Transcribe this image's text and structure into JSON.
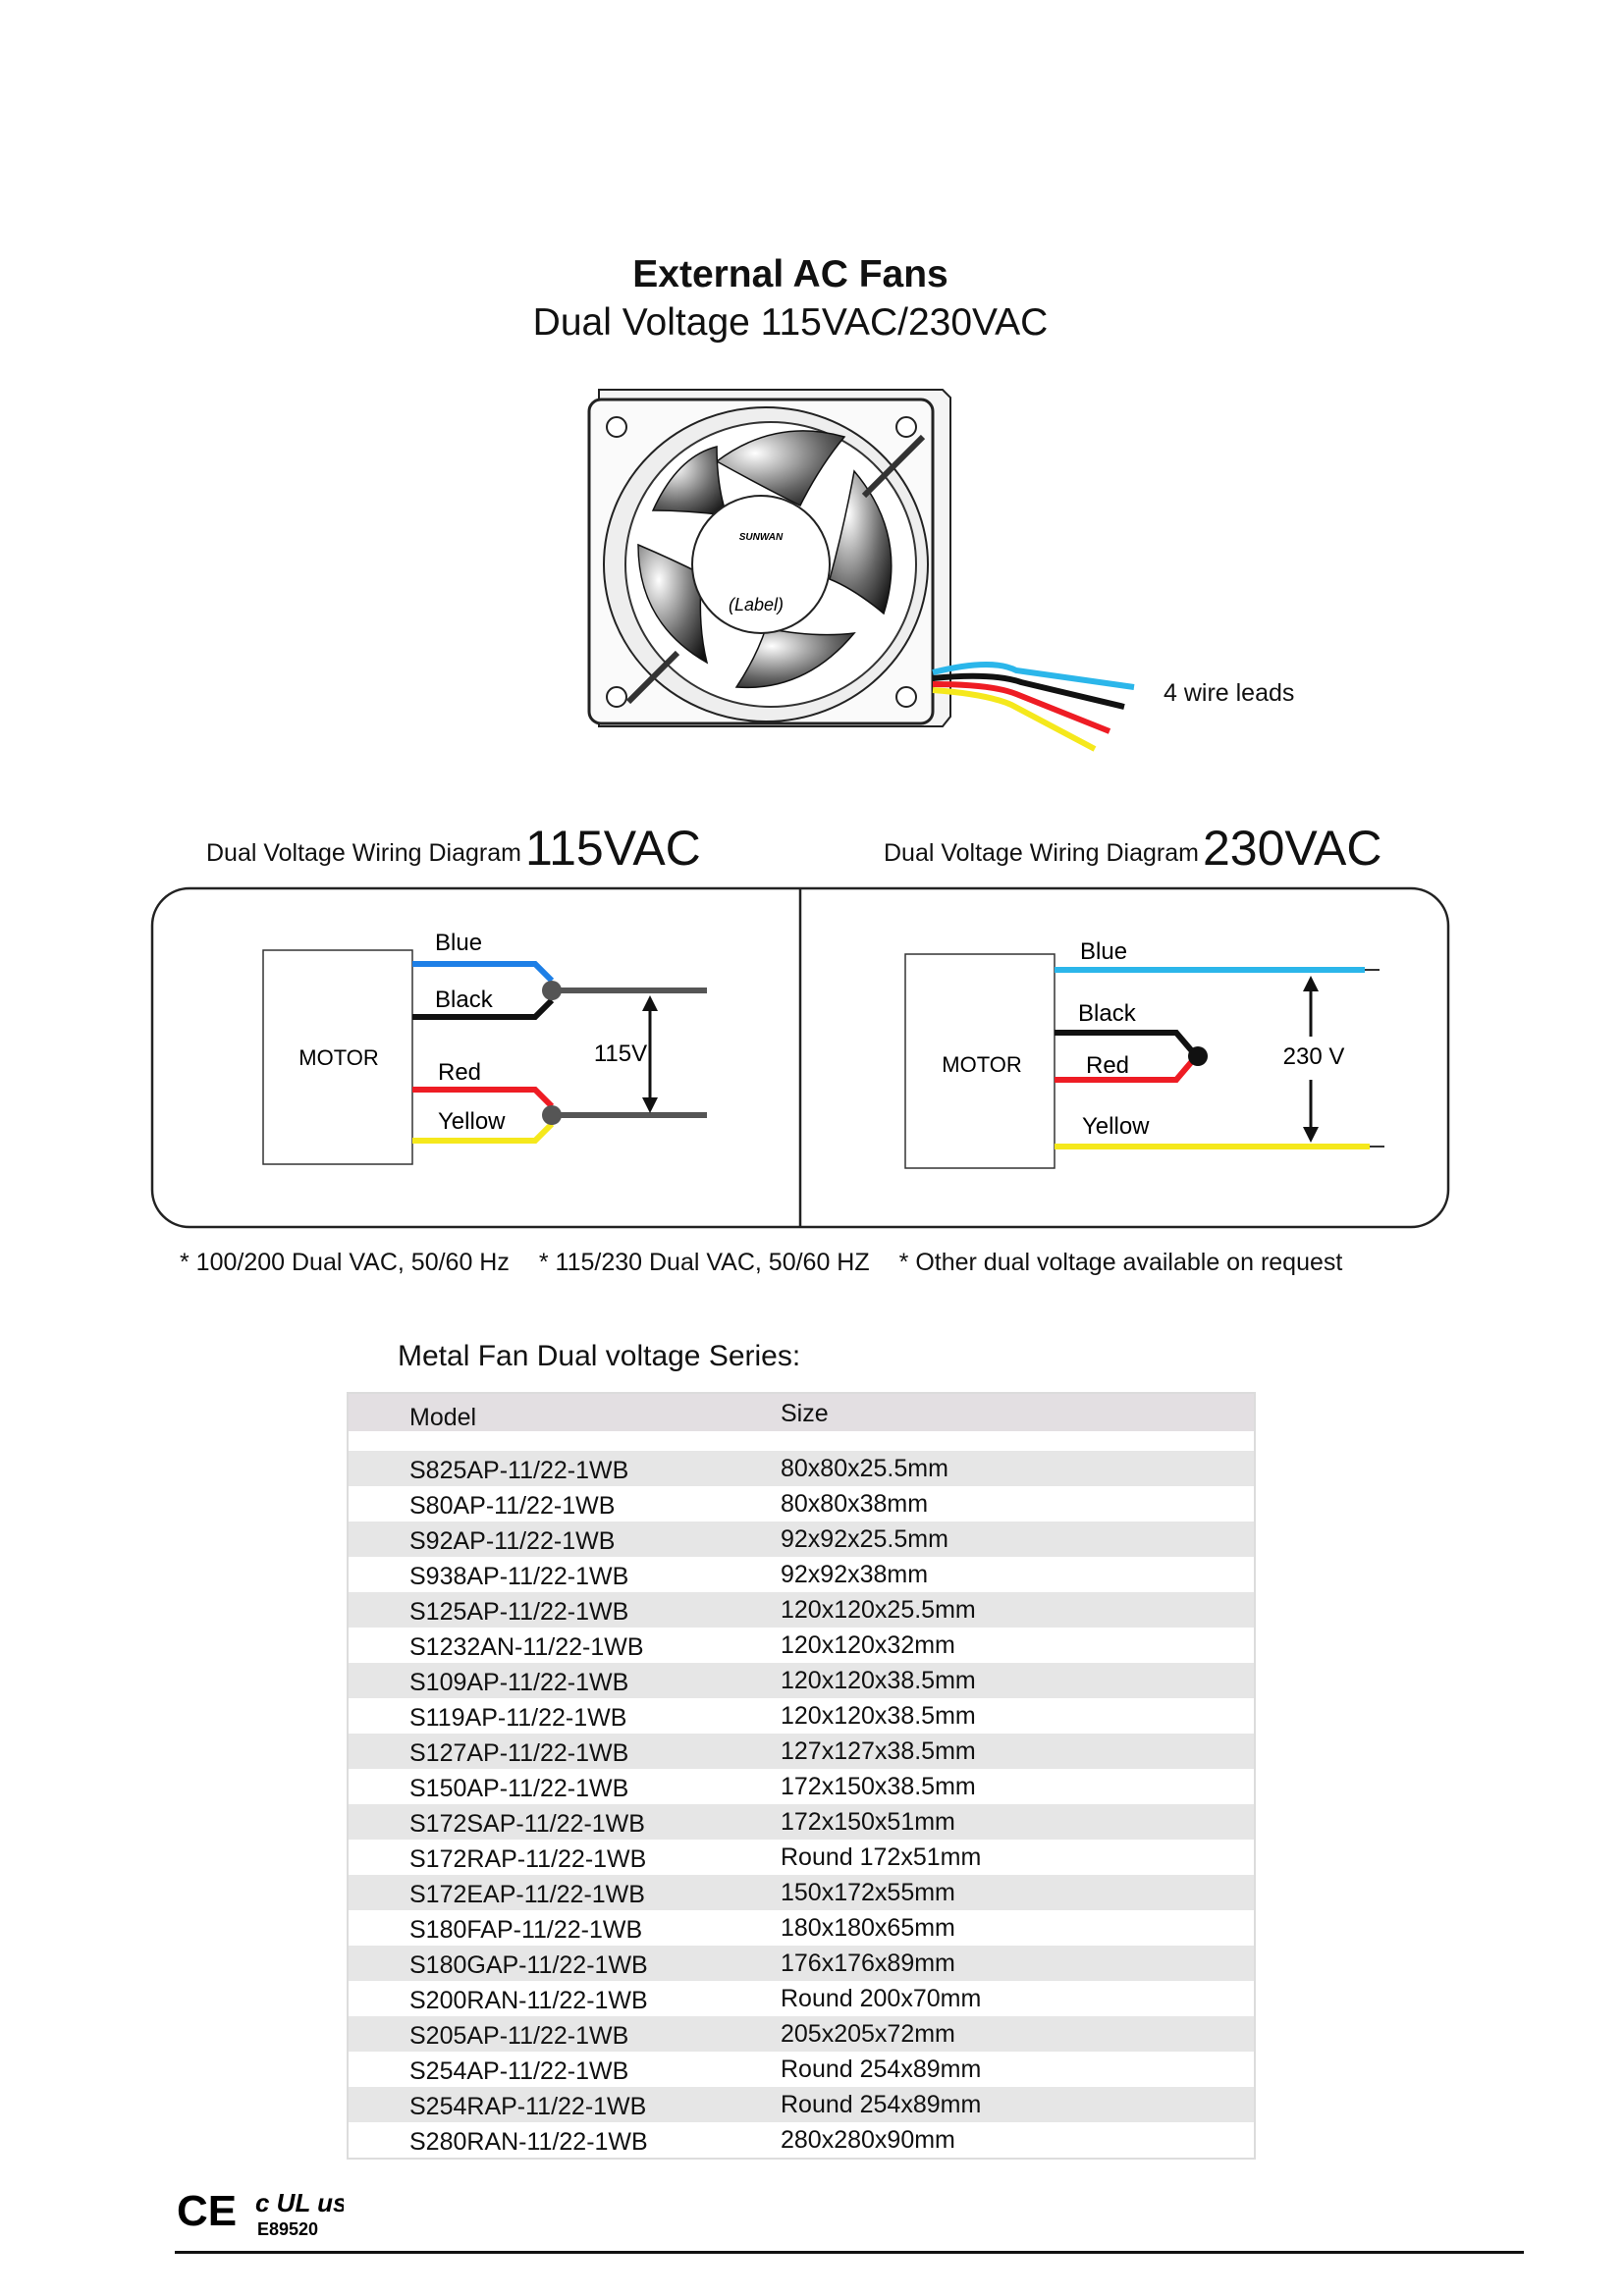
{
  "page": {
    "title": "External AC Fans",
    "subtitle": "Dual Voltage 115VAC/230VAC"
  },
  "fan_image": {
    "brand": "SUNWAN",
    "label": "(Label)",
    "callout": "4 wire leads",
    "wire_colors": [
      "#2bb6ea",
      "#111111",
      "#ee1c24",
      "#f5e81c"
    ]
  },
  "wiring": {
    "left": {
      "heading_prefix": "Dual Voltage Wiring Diagram",
      "heading_voltage": "115VAC",
      "motor_label": "MOTOR",
      "wires": [
        "Blue",
        "Black",
        "Red",
        "Yellow"
      ],
      "voltage_label": "115V"
    },
    "right": {
      "heading_prefix": "Dual Voltage Wiring Diagram",
      "heading_voltage": "230VAC",
      "motor_label": "MOTOR",
      "wires": [
        "Blue",
        "Black",
        "Red",
        "Yellow"
      ],
      "voltage_label": "230 V"
    },
    "colors": {
      "blue": "#2bb6ea",
      "blue_left": "#1e7fe6",
      "black": "#111111",
      "red": "#ee1c24",
      "yellow": "#f5e81c",
      "gray": "#555555"
    }
  },
  "notes": [
    "* 100/200 Dual VAC, 50/60 Hz",
    "* 115/230 Dual VAC, 50/60 HZ",
    "* Other dual voltage available on request"
  ],
  "series": {
    "title": "Metal Fan Dual voltage Series:",
    "columns": [
      "Model",
      "Size"
    ],
    "rows": [
      [
        "S825AP-11/22-1WB",
        "80x80x25.5mm"
      ],
      [
        "S80AP-11/22-1WB",
        "80x80x38mm"
      ],
      [
        "S92AP-11/22-1WB",
        "92x92x25.5mm"
      ],
      [
        "S938AP-11/22-1WB",
        "92x92x38mm"
      ],
      [
        "S125AP-11/22-1WB",
        "120x120x25.5mm"
      ],
      [
        "S1232AN-11/22-1WB",
        "120x120x32mm"
      ],
      [
        "S109AP-11/22-1WB",
        "120x120x38.5mm"
      ],
      [
        "S119AP-11/22-1WB",
        "120x120x38.5mm"
      ],
      [
        "S127AP-11/22-1WB",
        "127x127x38.5mm"
      ],
      [
        "S150AP-11/22-1WB",
        "172x150x38.5mm"
      ],
      [
        "S172SAP-11/22-1WB",
        "172x150x51mm"
      ],
      [
        "S172RAP-11/22-1WB",
        "Round 172x51mm"
      ],
      [
        "S172EAP-11/22-1WB",
        "150x172x55mm"
      ],
      [
        "S180FAP-11/22-1WB",
        "180x180x65mm"
      ],
      [
        "S180GAP-11/22-1WB",
        "176x176x89mm"
      ],
      [
        "S200RAN-11/22-1WB",
        "Round 200x70mm"
      ],
      [
        "S205AP-11/22-1WB",
        "205x205x72mm"
      ],
      [
        "S254AP-11/22-1WB",
        "Round 254x89mm"
      ],
      [
        "S254RAP-11/22-1WB",
        "Round 254x89mm"
      ],
      [
        "S280RAN-11/22-1WB",
        "280x280x90mm"
      ]
    ]
  },
  "certification": {
    "ce_mark": "CE",
    "ul_mark": "c UL us",
    "ul_file": "E89520"
  }
}
